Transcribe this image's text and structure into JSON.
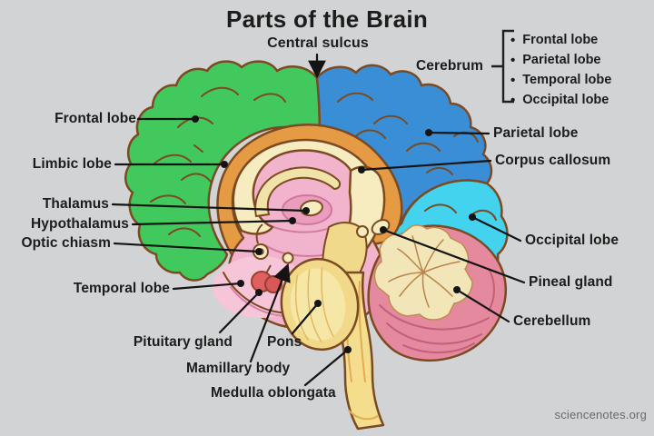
{
  "title": "Parts of the Brain",
  "watermark": "sciencenotes.org",
  "cerebrum": {
    "label": "Cerebrum",
    "items": [
      "Frontal lobe",
      "Parietal lobe",
      "Temporal lobe",
      "Occipital lobe"
    ]
  },
  "labels": {
    "central_sulcus": "Central sulcus",
    "frontal_lobe": "Frontal lobe",
    "limbic_lobe": "Limbic lobe",
    "thalamus": "Thalamus",
    "hypothalamus": "Hypothalamus",
    "optic_chiasm": "Optic chiasm",
    "temporal_lobe": "Temporal lobe",
    "pituitary_gland": "Pituitary gland",
    "pons": "Pons",
    "mamillary_body": "Mamillary body",
    "medulla_oblongata": "Medulla oblongata",
    "parietal_lobe": "Parietal lobe",
    "corpus_callosum": "Corpus callosum",
    "occipital_lobe": "Occipital lobe",
    "pineal_gland": "Pineal gland",
    "cerebellum": "Cerebellum"
  },
  "colors": {
    "background": "#d2d3d4",
    "text": "#1c1c1c",
    "leader_line": "#141414",
    "outline": "#7b4a22",
    "frontal_lobe_green": "#41c95e",
    "parietal_lobe_blue": "#3a8ed6",
    "occipital_lobe_cyan": "#43d3ef",
    "limbic_lobe_orange": "#e59a44",
    "corpus_callosum_cream": "#f6ecc0",
    "inner_pink": "#f2b3cc",
    "brainstem_tan": "#f4dd8c",
    "cerebellum_pink": "#e4899e",
    "pituitary_red": "#e06060"
  }
}
